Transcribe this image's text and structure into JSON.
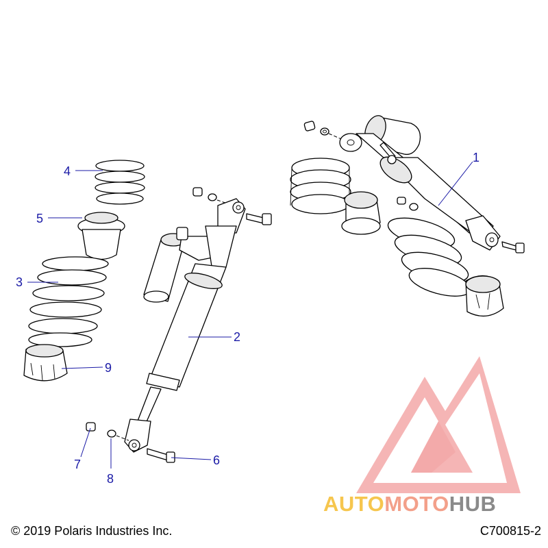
{
  "callouts": [
    {
      "id": "1",
      "label": "1"
    },
    {
      "id": "2",
      "label": "2"
    },
    {
      "id": "3",
      "label": "3"
    },
    {
      "id": "4",
      "label": "4"
    },
    {
      "id": "5",
      "label": "5"
    },
    {
      "id": "6",
      "label": "6"
    },
    {
      "id": "7",
      "label": "7"
    },
    {
      "id": "8",
      "label": "8"
    },
    {
      "id": "9",
      "label": "9"
    }
  ],
  "footer": {
    "copyright": "© 2019 Polaris Industries Inc.",
    "diagram_code": "C700815-2"
  },
  "watermark": {
    "part1": "AUTO",
    "part2": "MOTO",
    "part3": "HUB",
    "colors": {
      "logo": "#f08c8c",
      "auto": "#f6c64e",
      "moto": "#f3a08a",
      "hub": "#8a8a8a"
    }
  },
  "colors": {
    "callout": "#1a1aa6"
  }
}
